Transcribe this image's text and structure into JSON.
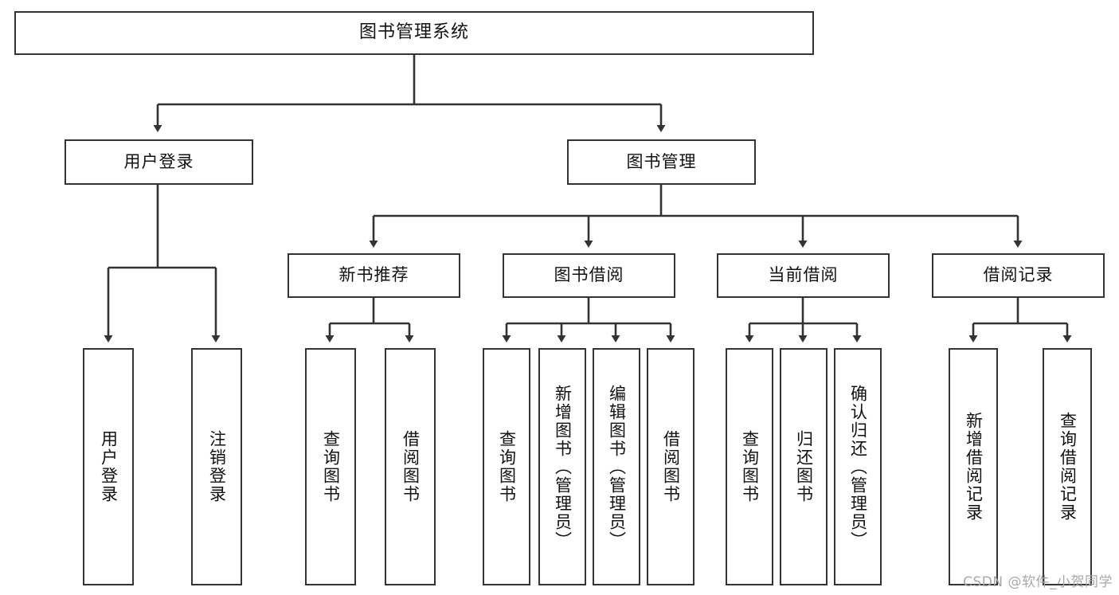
{
  "diagram": {
    "title": "图书管理系统",
    "watermark": "CSDN @软件_小贺同学",
    "root": {
      "label": "图书管理系统"
    },
    "level1": [
      {
        "label": "用户登录"
      },
      {
        "label": "图书管理"
      }
    ],
    "level2": [
      {
        "label": "新书推荐"
      },
      {
        "label": "图书借阅"
      },
      {
        "label": "当前借阅"
      },
      {
        "label": "借阅记录"
      }
    ],
    "leaves": {
      "user_login": [
        {
          "label": "用户登录"
        },
        {
          "label": "注销登录"
        }
      ],
      "new_book_recommend": [
        {
          "label": "查询图书"
        },
        {
          "label": "借阅图书"
        }
      ],
      "book_borrow": [
        {
          "label": "查询图书"
        },
        {
          "label": "新增图书（管理员）"
        },
        {
          "label": "编辑图书（管理员）"
        },
        {
          "label": "借阅图书"
        }
      ],
      "current_borrow": [
        {
          "label": "查询图书"
        },
        {
          "label": "归还图书"
        },
        {
          "label": "确认归还（管理员）"
        }
      ],
      "borrow_record": [
        {
          "label": "新增借阅记录"
        },
        {
          "label": "查询借阅记录"
        }
      ]
    },
    "colors": {
      "stroke": "#333333",
      "fill": "#ffffff",
      "text": "#111111",
      "watermark": "#a8a8a8"
    }
  }
}
